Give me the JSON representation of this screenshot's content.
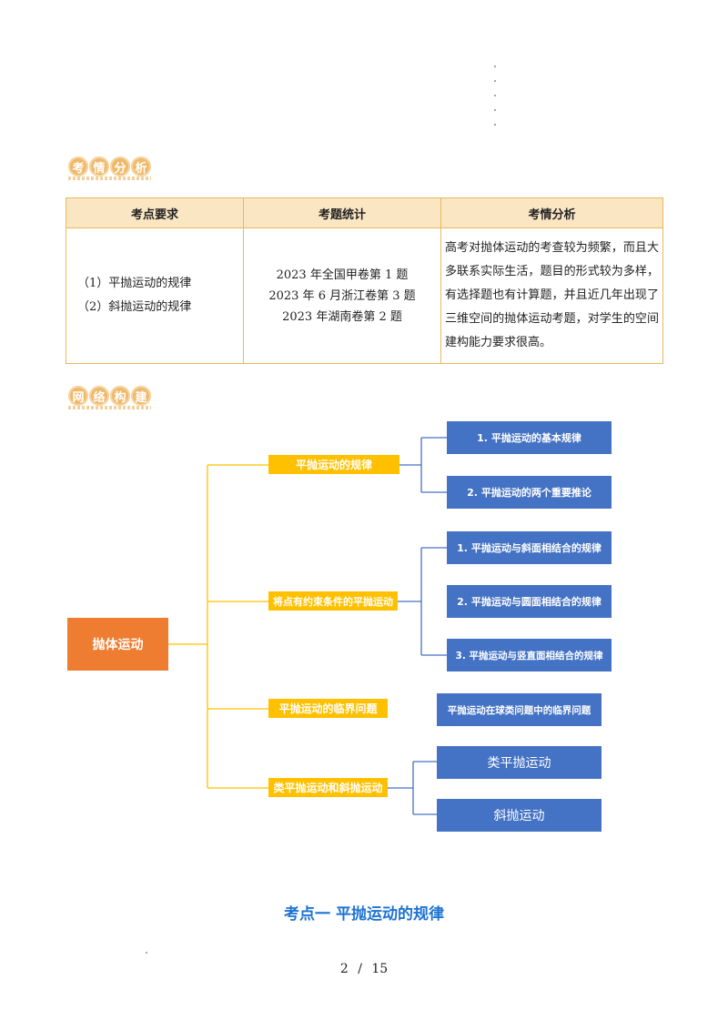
{
  "section1": {
    "chars": [
      "考",
      "情",
      "分",
      "析"
    ]
  },
  "section2": {
    "chars": [
      "网",
      "络",
      "构",
      "建"
    ]
  },
  "table": {
    "headers": [
      "考点要求",
      "考题统计",
      "考情分析"
    ],
    "requirements": [
      "（1）平抛运动的规律",
      "（2）斜抛运动的规律"
    ],
    "stats": [
      "2023 年全国甲卷第 1 题",
      "2023 年 6 月浙江卷第 3 题",
      "2023 年湖南卷第 2 题"
    ],
    "analysis": "高考对抛体运动的考查较为频繁，而且大多联系实际生活，题目的形式较为多样，有选择题也有计算题，并且近几年出现了三维空间的抛体运动考题，对学生的空间建构能力要求很高。"
  },
  "mindmap": {
    "root": "抛体运动",
    "branches": [
      {
        "label": "平抛运动的规律",
        "leaves": [
          "1. 平抛运动的基本规律",
          "2. 平抛运动的两个重要推论"
        ]
      },
      {
        "label": "将点有约束条件的平抛运动",
        "leaves": [
          "1. 平抛运动与斜面相结合的规律",
          "2. 平抛运动与圆面相结合的规律",
          "3. 平抛运动与竖直面相结合的规律"
        ]
      },
      {
        "label": "平抛运动的临界问题",
        "leaves": [
          "平抛运动在球类问题中的临界问题"
        ]
      },
      {
        "label": "类平抛运动和斜抛运动",
        "leaves": [
          "类平抛运动",
          "斜抛运动"
        ]
      }
    ],
    "colors": {
      "root": "#ee7d31",
      "branch": "#ffc000",
      "leaf": "#4472c4"
    }
  },
  "heading": "考点一  平抛运动的规律",
  "page": {
    "current": "2",
    "separator": "/",
    "total": "15"
  }
}
